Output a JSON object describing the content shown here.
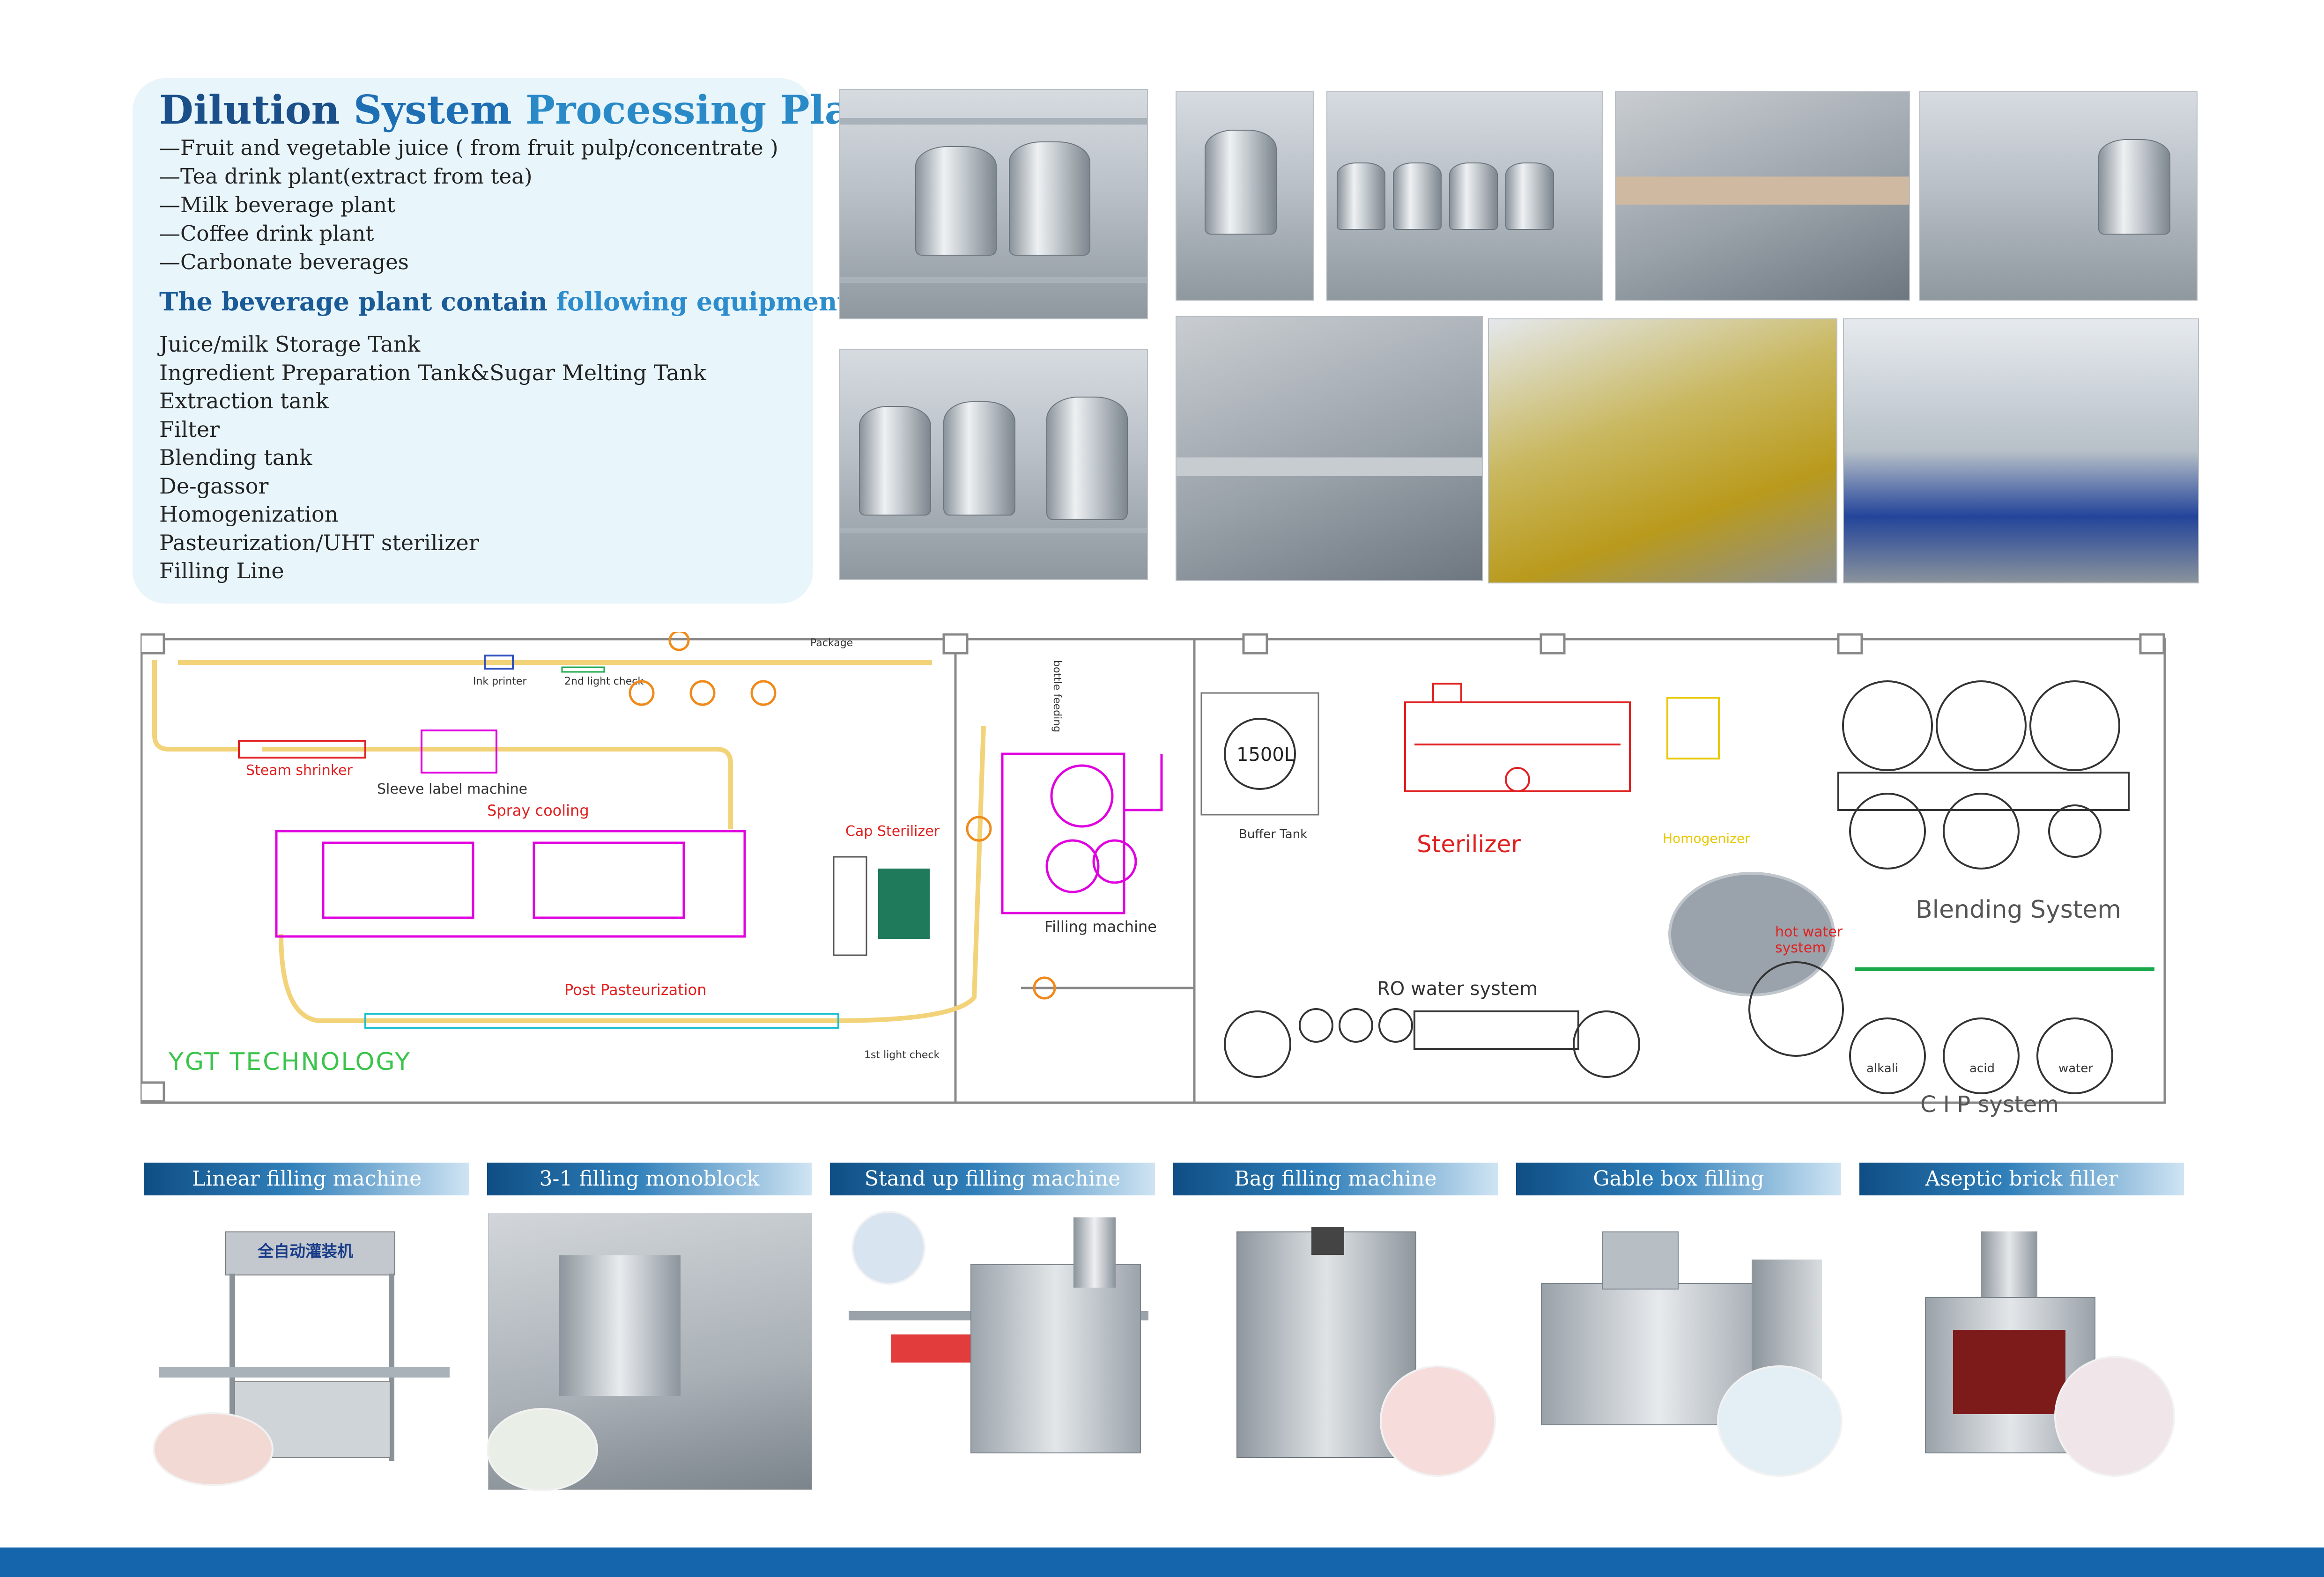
{
  "header": {
    "title_words": [
      "Dilution",
      "System",
      "Processing Plant"
    ],
    "applications": [
      "—Fruit and vegetable juice ( from fruit pulp/concentrate )",
      "—Tea drink plant(extract from tea)",
      "—Milk  beverage plant",
      "—Coffee drink plant",
      "—Carbonate beverages"
    ],
    "equipment_title_start": "The beverage plant contain ",
    "equipment_title_highlight": "following equipment:",
    "equipment": [
      "Juice/milk Storage Tank",
      "Ingredient Preparation Tank&Sugar Melting Tank",
      "Extraction tank",
      "Filter",
      "Blending tank",
      "De-gassor",
      "Homogenization",
      "Pasteurization/UHT sterilizer",
      "Filling Line"
    ]
  },
  "diagram": {
    "labels": {
      "package": "Package",
      "ink_printer": "Ink printer",
      "second_light_check": "2nd light check",
      "steam_shrinker": "Steam  shrinker",
      "sleeve_label": "Sleeve  label machine",
      "spray_cooling": "Spray cooling",
      "cap_sterilizer": "Cap Sterilizer",
      "bottle_feeding": "bottle feeding",
      "filling_machine": "Filling machine",
      "post_pasteurization": "Post Pasteurization",
      "first_light_check": "1st  light check",
      "brand": "YGT TECHNOLOGY",
      "tank_volume": "1500L",
      "buffer_tank": "Buffer Tank",
      "sterilizer": "Sterilizer",
      "homogenizer": "Homogenizer",
      "blending_system": "Blending System",
      "hot_water_system": "hot  water\nsystem",
      "ro_water": "RO water system",
      "alkali": "alkali",
      "acid": "acid",
      "water": "water",
      "cip_system": "C I P  system"
    },
    "colors": {
      "conveyor": "#f2d37a",
      "machine": "#e000e0",
      "cap_sterilizer": "#1f7a5c",
      "sterilizer": "#e02020",
      "homogenizer": "#e8c800",
      "packaging": "#f08a1a",
      "pasteurizer": "#1bbfd0",
      "brand": "#3bc44b",
      "cip_pipe": "#1aa84a",
      "walls": "#888888"
    }
  },
  "machines": [
    {
      "label": "Linear filling machine",
      "icon": "linear-filler-icon",
      "header_label": "全自动灌装机"
    },
    {
      "label": "3-1 filling monoblock",
      "icon": "monoblock-icon"
    },
    {
      "label": "Stand up filling machine",
      "icon": "stand-up-pouch-filler-icon"
    },
    {
      "label": "Bag filling machine",
      "icon": "bag-filler-icon"
    },
    {
      "label": "Gable box filling",
      "icon": "gable-box-filler-icon"
    },
    {
      "label": "Aseptic brick filler",
      "icon": "aseptic-brick-filler-icon"
    }
  ]
}
